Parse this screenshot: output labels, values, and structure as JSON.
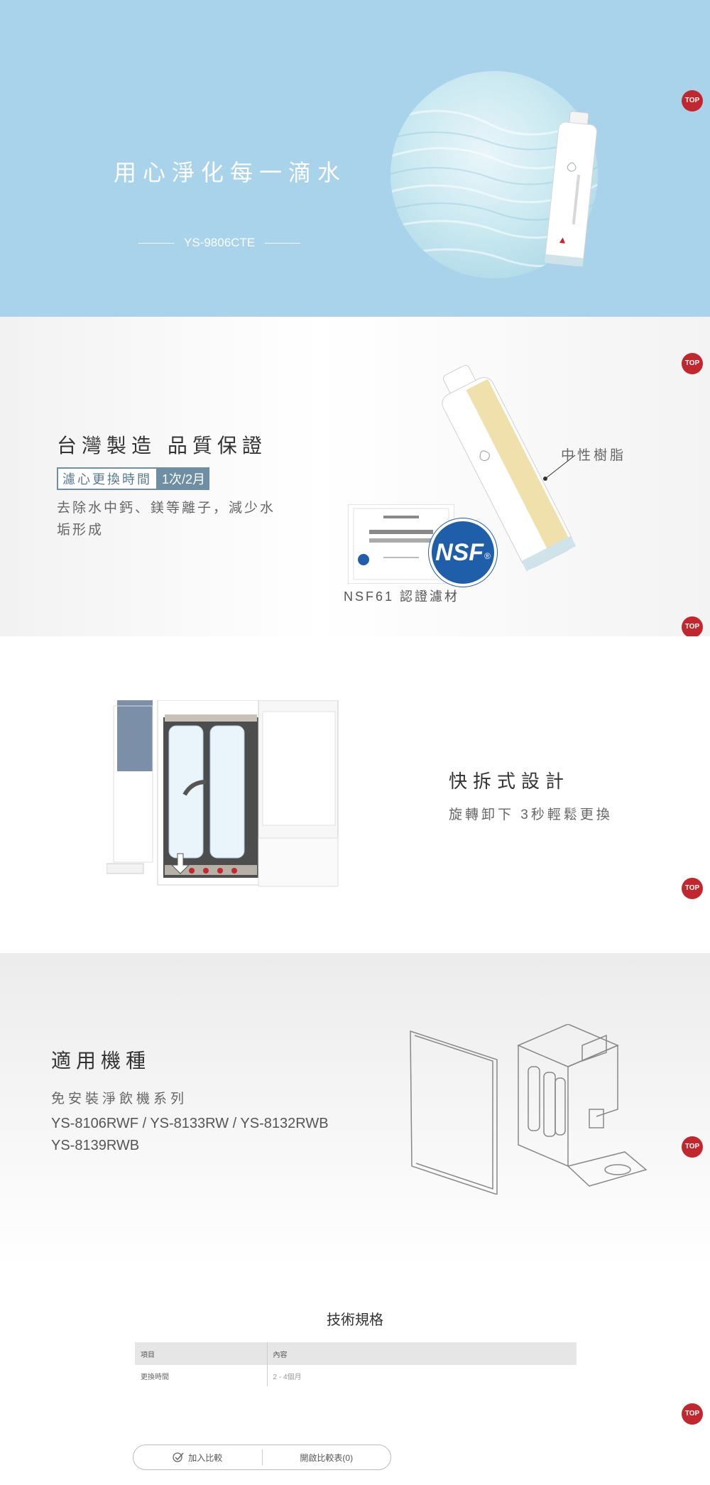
{
  "hero": {
    "headline": "用心淨化每一滴水",
    "model": "YS-9806CTE",
    "top_label": "TOP"
  },
  "quality": {
    "title": "台灣製造  品質保證",
    "pill_label": "濾心更換時間",
    "pill_value": "1次/2月",
    "desc": "去除水中鈣、鎂等離子，減少水垢形成",
    "nsf_caption": "NSF61  認證濾材",
    "resin_label": "中性樹脂",
    "nsf_logo": "NSF",
    "top_label": "TOP",
    "top_label_2": "TOP"
  },
  "design": {
    "title": "快拆式設計",
    "subtitle": "旋轉卸下 3秒輕鬆更換",
    "top_label": "TOP"
  },
  "models": {
    "title": "適用機種",
    "series": "免安裝淨飲機系列",
    "line1": "YS-8106RWF / YS-8133RW / YS-8132RWB",
    "line2": "YS-8139RWB",
    "top_label": "TOP"
  },
  "spec": {
    "title": "技術規格",
    "headers": [
      "項目",
      "內容"
    ],
    "rows": [
      [
        "更換時間",
        "2 - 4個月"
      ]
    ],
    "top_label": "TOP"
  },
  "compare": {
    "add_label": "加入比較",
    "open_label": "開啟比較表(0)"
  },
  "colors": {
    "hero_bg": "#a8d3ea",
    "accent_red": "#c1272d",
    "nsf_blue": "#1f5ea8",
    "pill_blue": "#6e8fa3"
  }
}
